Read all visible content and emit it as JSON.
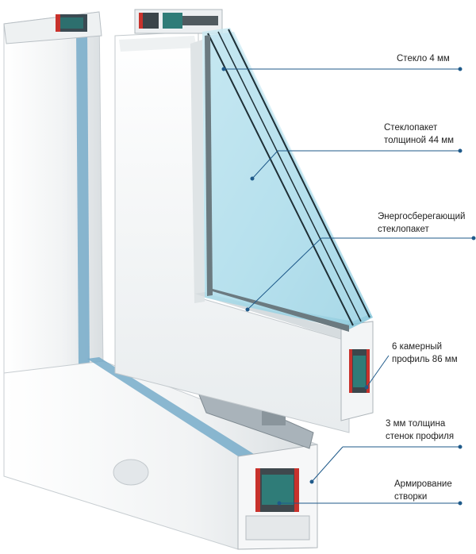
{
  "callouts": [
    {
      "id": "glass",
      "lines": [
        "Стекло 4 мм"
      ]
    },
    {
      "id": "glazing-unit",
      "lines": [
        "Стеклопакет",
        "толщиной 44 мм"
      ]
    },
    {
      "id": "energy-saving",
      "lines": [
        "Энергосберегающий",
        "стеклопакет"
      ]
    },
    {
      "id": "profile",
      "lines": [
        "6 камерный",
        "профиль 86 мм"
      ]
    },
    {
      "id": "wall-thickness",
      "lines": [
        "3 мм толщина",
        "стенок профиля"
      ]
    },
    {
      "id": "reinforcement",
      "lines": [
        "Армирование",
        "створки"
      ]
    }
  ],
  "colors": {
    "leader": "#1f5a8a",
    "glass": "#9ed4e6",
    "profile": "#f4f6f7",
    "seal_red": "#c8322c",
    "steel": "#8d9aa3"
  }
}
